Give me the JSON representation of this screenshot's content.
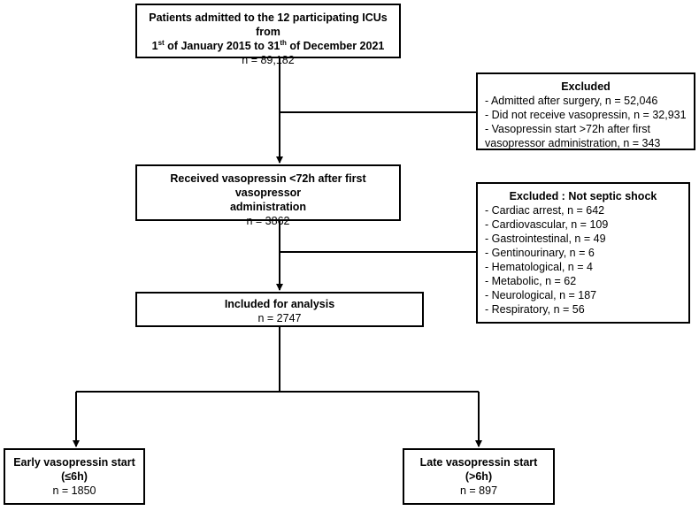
{
  "patients": {
    "line1": "Patients admitted to the 12 participating ICUs from",
    "line2_part1": "1",
    "line2_sup1": "st",
    "line2_part2": " of January 2015 to 31",
    "line2_sup2": "th",
    "line2_part3": " of December 2021",
    "count": "n = 89,182"
  },
  "excluded_1": {
    "title": "Excluded",
    "items": [
      "- Admitted after surgery, n = 52,046",
      "- Did not receive vasopressin, n = 32,931",
      "- Vasopressin start >72h after first",
      "vasopressor administration, n = 343"
    ]
  },
  "received": {
    "line1": "Received vasopressin <72h after first vasopressor",
    "line2": "administration",
    "count": "n = 3862"
  },
  "excluded_2": {
    "title": "Excluded : Not septic shock",
    "items": [
      "- Cardiac arrest, n = 642",
      "- Cardiovascular, n = 109",
      "- Gastrointestinal, n = 49",
      "- Gentinourinary, n = 6",
      "- Hematological, n = 4",
      "- Metabolic, n = 62",
      "- Neurological, n = 187",
      "- Respiratory, n = 56"
    ]
  },
  "included": {
    "title": "Included for analysis",
    "count": "n = 2747"
  },
  "early": {
    "line1": "Early vasopressin start",
    "line2": "(≤6h)",
    "count": "n = 1850"
  },
  "late": {
    "line1": "Late vasopressin start",
    "line2": "(>6h)",
    "count": "n = 897"
  }
}
